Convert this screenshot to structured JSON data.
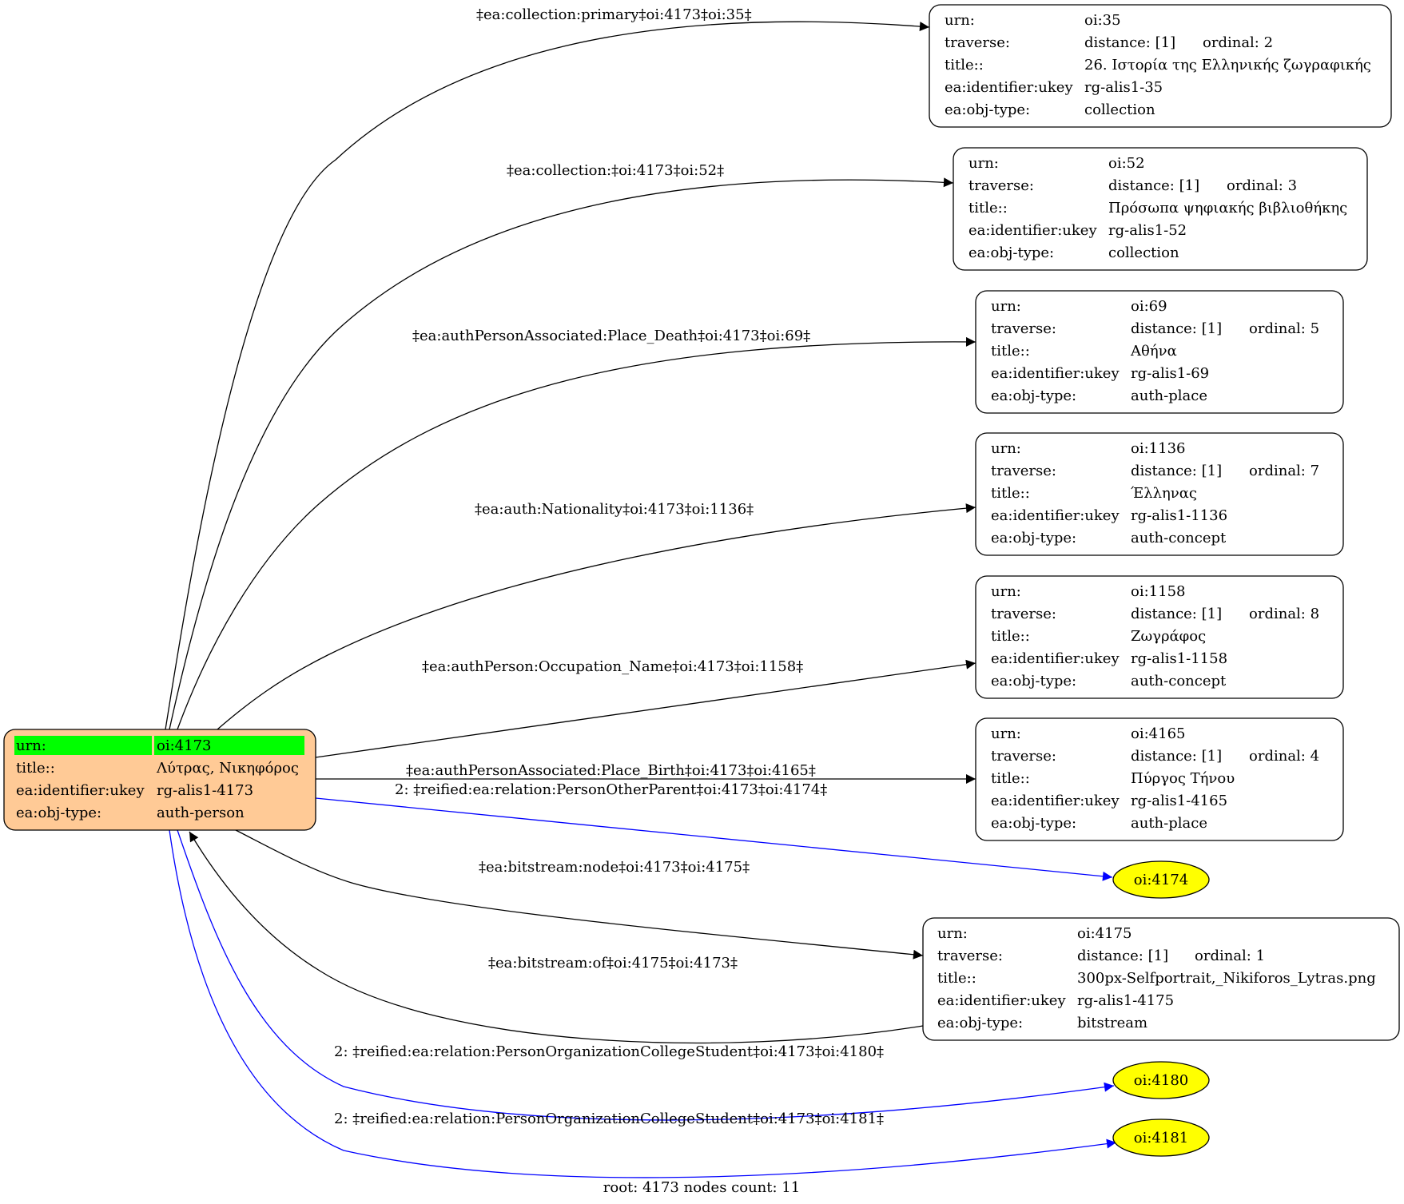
{
  "caption": "root: 4173 nodes count: 11",
  "root": {
    "rows": [
      {
        "key": "urn:",
        "val": "oi:4173"
      },
      {
        "key": "title::",
        "val": "Λύτρας, Νικηφόρος"
      },
      {
        "key": "ea:identifier:ukey",
        "val": "rg-alis1-4173"
      },
      {
        "key": "ea:obj-type:",
        "val": "auth-person"
      }
    ]
  },
  "nodes": [
    {
      "urn": "oi:35",
      "distance": "distance: [1]",
      "ordinal": "ordinal: 2",
      "title": "26. Ιστορία της Ελληνικής ζωγραφικής",
      "ukey": "rg-alis1-35",
      "type": "collection"
    },
    {
      "urn": "oi:52",
      "distance": "distance: [1]",
      "ordinal": "ordinal: 3",
      "title": "Πρόσωπα ψηφιακής βιβλιοθήκης",
      "ukey": "rg-alis1-52",
      "type": "collection"
    },
    {
      "urn": "oi:69",
      "distance": "distance: [1]",
      "ordinal": "ordinal: 5",
      "title": "Αθήνα",
      "ukey": "rg-alis1-69",
      "type": "auth-place"
    },
    {
      "urn": "oi:1136",
      "distance": "distance: [1]",
      "ordinal": "ordinal: 7",
      "title": "Έλληνας",
      "ukey": "rg-alis1-1136",
      "type": "auth-concept"
    },
    {
      "urn": "oi:1158",
      "distance": "distance: [1]",
      "ordinal": "ordinal: 8",
      "title": "Ζωγράφος",
      "ukey": "rg-alis1-1158",
      "type": "auth-concept"
    },
    {
      "urn": "oi:4165",
      "distance": "distance: [1]",
      "ordinal": "ordinal: 4",
      "title": "Πύργος Τήνου",
      "ukey": "rg-alis1-4165",
      "type": "auth-place"
    },
    {
      "urn": "oi:4175",
      "distance": "distance: [1]",
      "ordinal": "ordinal: 1",
      "title": "300px-Selfportrait,_Nikiforos_Lytras.png",
      "ukey": "rg-alis1-4175",
      "type": "bitstream"
    }
  ],
  "row_keys": {
    "urn": "urn:",
    "traverse": "traverse:",
    "title": "title::",
    "ukey": "ea:identifier:ukey",
    "type": "ea:obj-type:"
  },
  "ovals": [
    {
      "label": "oi:4174"
    },
    {
      "label": "oi:4180"
    },
    {
      "label": "oi:4181"
    }
  ],
  "edges": [
    {
      "label": "‡ea:collection:primary‡oi:4173‡oi:35‡",
      "color": "#000000"
    },
    {
      "label": "‡ea:collection:‡oi:4173‡oi:52‡",
      "color": "#000000"
    },
    {
      "label": "‡ea:authPersonAssociated:Place_Death‡oi:4173‡oi:69‡",
      "color": "#000000"
    },
    {
      "label": "‡ea:auth:Nationality‡oi:4173‡oi:1136‡",
      "color": "#000000"
    },
    {
      "label": "‡ea:authPerson:Occupation_Name‡oi:4173‡oi:1158‡",
      "color": "#000000"
    },
    {
      "label": "‡ea:authPersonAssociated:Place_Birth‡oi:4173‡oi:4165‡",
      "color": "#000000"
    },
    {
      "label": "2: ‡reified:ea:relation:PersonOtherParent‡oi:4173‡oi:4174‡",
      "color": "#0000ff"
    },
    {
      "label": "‡ea:bitstream:node‡oi:4173‡oi:4175‡",
      "color": "#000000"
    },
    {
      "label": "‡ea:bitstream:of‡oi:4175‡oi:4173‡",
      "color": "#000000"
    },
    {
      "label": "2: ‡reified:ea:relation:PersonOrganizationCollegeStudent‡oi:4173‡oi:4180‡",
      "color": "#0000ff"
    },
    {
      "label": "2: ‡reified:ea:relation:PersonOrganizationCollegeStudent‡oi:4173‡oi:4181‡",
      "color": "#0000ff"
    }
  ],
  "colors": {
    "root_fill": "#ffca96",
    "root_highlight": "#00ff00",
    "oval_fill": "#ffff00",
    "edge_default": "#000000",
    "edge_reified": "#0000ff"
  }
}
